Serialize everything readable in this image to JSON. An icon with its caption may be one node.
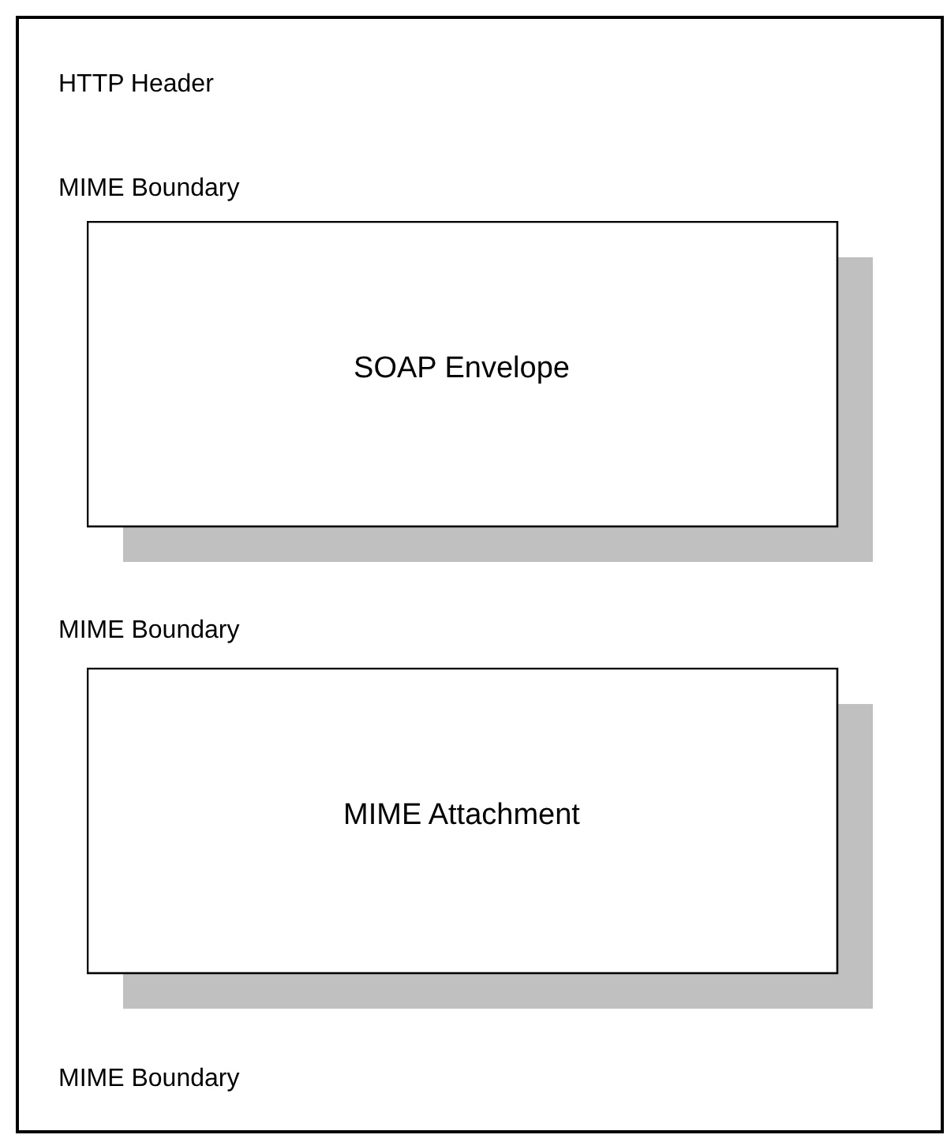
{
  "diagram": {
    "nodes": [
      {
        "text": [
          "HTTP Header",
          "MIME Boundary",
          "MIME Boundary",
          "MIME Boundary"
        ]
      },
      {
        "text": [
          "SOAP Envelope"
        ],
        "in": 0
      },
      {
        "text": [
          "MIME Attachment"
        ],
        "in": 0
      }
    ]
  }
}
